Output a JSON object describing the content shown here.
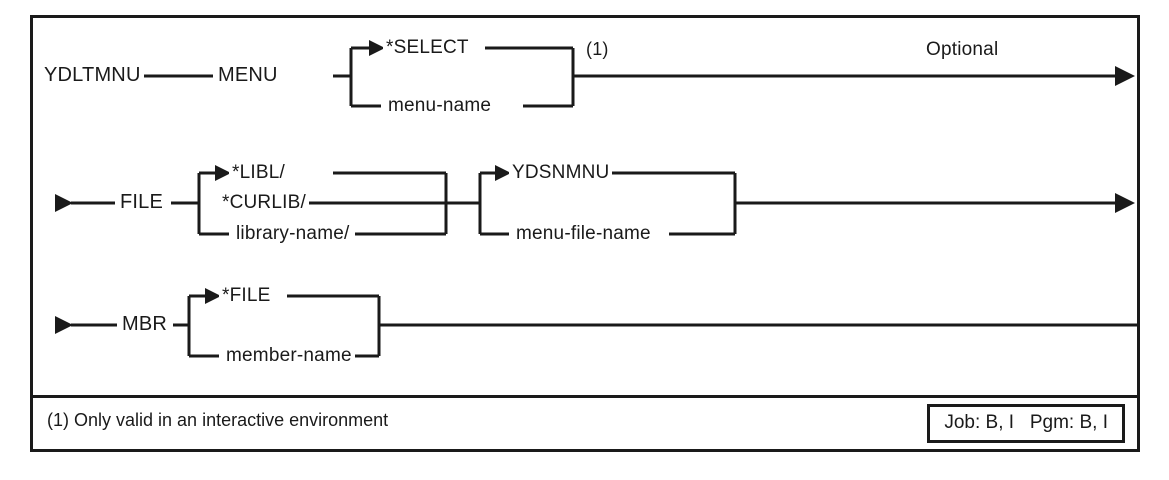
{
  "diagram": {
    "type": "railroad-syntax-diagram",
    "command": "YDLTMNU",
    "title": "YDLTMNU command syntax diagram",
    "colors": {
      "line": "#1a1a1a",
      "text": "#1a1a1a",
      "background": "#ffffff"
    },
    "rows": [
      {
        "id": "row-menu",
        "entry_label": "YDLTMNU",
        "keyword": "MENU",
        "annotation": "Optional",
        "footnote_ref": "(1)",
        "alternatives": [
          {
            "value": "*SELECT",
            "is_default": true
          },
          {
            "value": "menu-name",
            "is_default": false
          }
        ]
      },
      {
        "id": "row-file",
        "entry_label": "",
        "keyword": "FILE",
        "groups": [
          {
            "id": "library-group",
            "alternatives": [
              {
                "value": "*LIBL/",
                "is_default": true
              },
              {
                "value": "*CURLIB/",
                "is_default": false
              },
              {
                "value": "library-name/",
                "is_default": false
              }
            ]
          },
          {
            "id": "file-group",
            "alternatives": [
              {
                "value": "YDSNMNU",
                "is_default": true
              },
              {
                "value": "menu-file-name",
                "is_default": false
              }
            ]
          }
        ]
      },
      {
        "id": "row-mbr",
        "entry_label": "",
        "keyword": "MBR",
        "alternatives": [
          {
            "value": "*FILE",
            "is_default": true
          },
          {
            "value": "member-name",
            "is_default": false
          }
        ]
      }
    ],
    "footnote": "(1) Only valid in an interactive environment",
    "job_pgm_box": "Job: B, I   Pgm: B, I"
  }
}
